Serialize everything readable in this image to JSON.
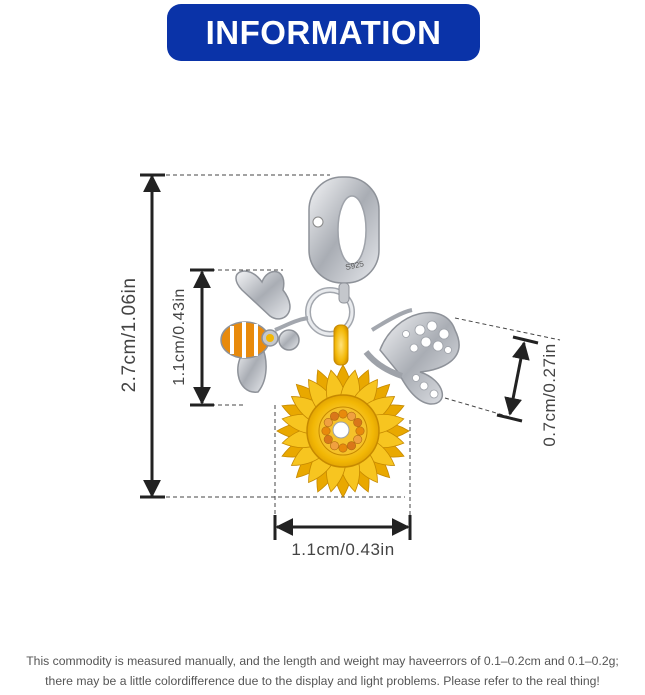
{
  "header": {
    "title": "INFORMATION"
  },
  "dimensions": {
    "total_height": "2.7cm/1.06in",
    "bee_height": "1.1cm/0.43in",
    "butterfly_height": "0.7cm/0.27in",
    "sunflower_width": "1.1cm/0.43in"
  },
  "stamp": "S925",
  "footnote": {
    "line1": "This commodity is measured manually, and the length and weight may haveerrors of 0.1–0.2cm and 0.1–0.2g;",
    "line2": "there may be a little colordifference due to the display and light problems. Please refer to the real thing!"
  },
  "colors": {
    "banner": "#0a33a8",
    "gold": "#f2b705",
    "silver": "#b9bcc2",
    "bee_orange": "#e88a0c"
  },
  "icons": [
    "bail-charm-icon",
    "bee-charm-icon",
    "sunflower-charm-icon",
    "butterfly-charm-icon"
  ]
}
